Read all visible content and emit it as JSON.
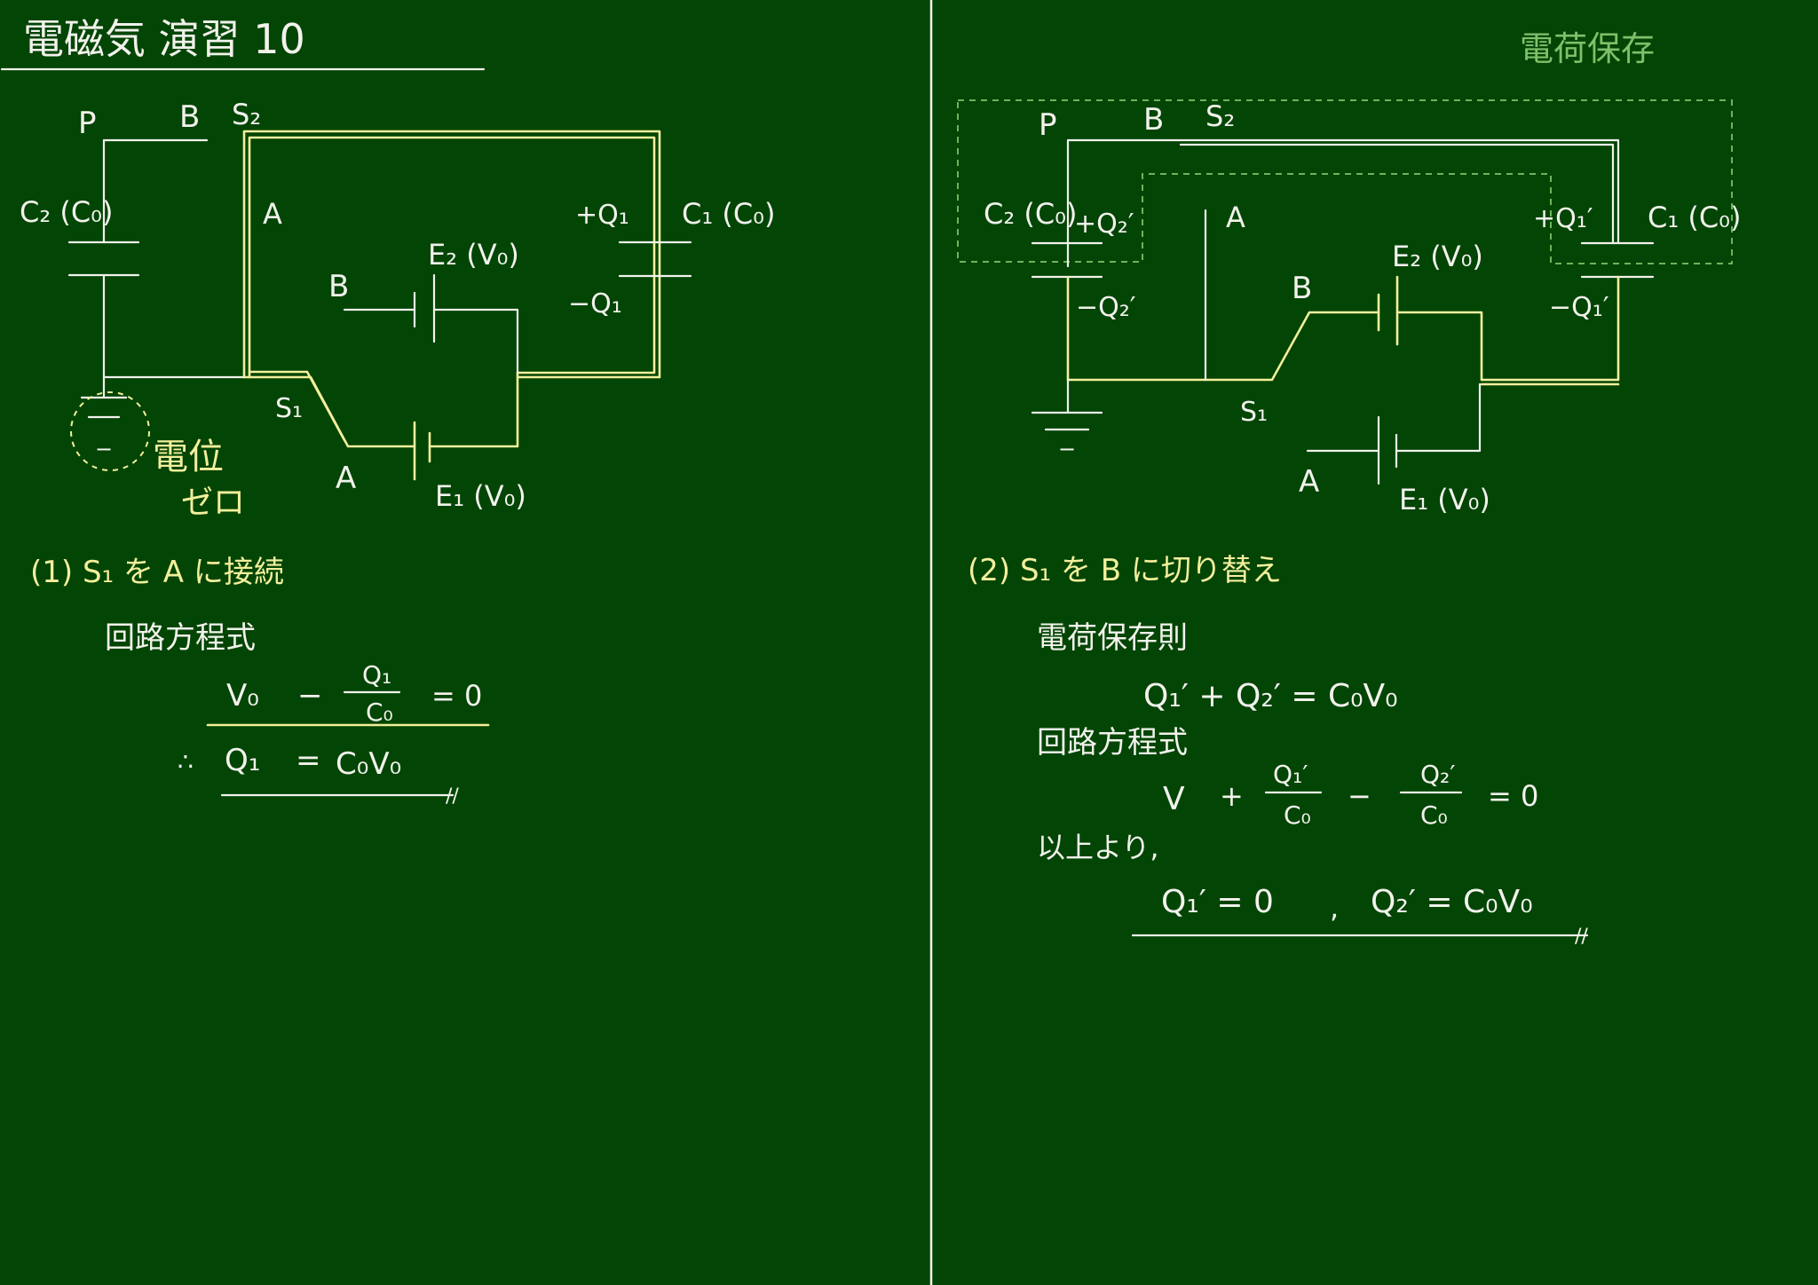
{
  "title": "電磁気 演習 10",
  "left": {
    "labels": {
      "P": "P",
      "B_top": "B",
      "S2": "S₂",
      "C2": "C₂ (C₀)",
      "A_left": "A",
      "plus_Q1": "+Q₁",
      "C1": "C₁ (C₀)",
      "E2": "E₂ (V₀)",
      "B_mid": "B",
      "minus_Q1": "−Q₁",
      "S1": "S₁",
      "A_bottom": "A",
      "E1": "E₁ (V₀)",
      "ground": "−",
      "zero1": "電位",
      "zero2": "ゼロ"
    },
    "step_label": "(1) S₁ を A に接続",
    "circuit_eq_title": "回路方程式",
    "eq1_lhs": "V₀",
    "eq1_minus": "−",
    "eq1_num": "Q₁",
    "eq1_den": "C₀",
    "eq1_rhs": "= 0",
    "therefore": "∴",
    "ans_lhs": "Q₁",
    "ans_eq": "=",
    "ans_rhs": "C₀V₀",
    "ans_mark": "//"
  },
  "right": {
    "green_title": "電荷保存",
    "labels": {
      "P": "P",
      "B_top": "B",
      "S2": "S₂",
      "C2": "C₂ (C₀)",
      "plus_Q2": "+Q₂′",
      "A_mid": "A",
      "E2": "E₂ (V₀)",
      "B_mid": "B",
      "plus_Q1": "+Q₁′",
      "C1": "C₁ (C₀)",
      "minus_Q2": "−Q₂′",
      "minus_Q1": "−Q₁′",
      "S1": "S₁",
      "A_bottom": "A",
      "E1": "E₁ (V₀)",
      "ground": "−"
    },
    "step_label": "(2) S₁ を B に切り替え",
    "conservation_title": "電荷保存則",
    "cons_eq": "Q₁′ + Q₂′ = C₀V₀",
    "circuit_eq_title": "回路方程式",
    "eq2_v": "V",
    "eq2_plus": "+",
    "eq2_num1": "Q₁′",
    "eq2_den1": "C₀",
    "eq2_minus": "−",
    "eq2_num2": "Q₂′",
    "eq2_den2": "C₀",
    "eq2_rhs": "= 0",
    "conclusion": "以上より,",
    "ans1": "Q₁′ = 0",
    "ans_comma": ",",
    "ans2": "Q₂′ = C₀V₀",
    "ans_mark": "//"
  }
}
